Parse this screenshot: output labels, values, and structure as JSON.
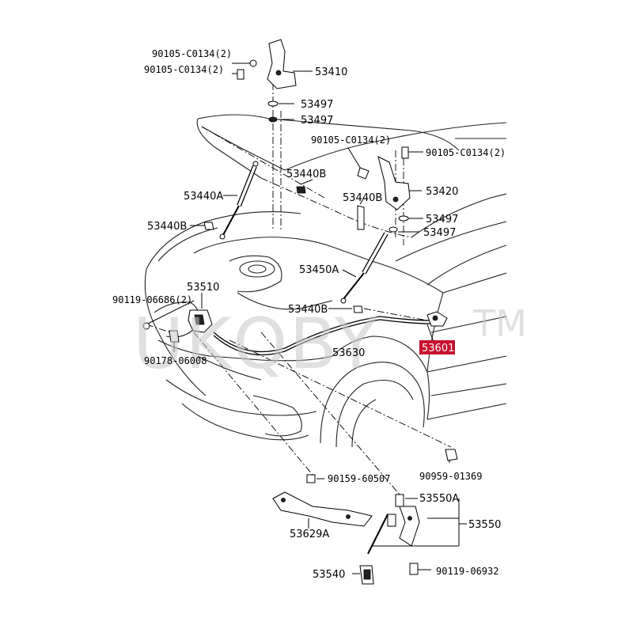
{
  "callouts": {
    "bolt_a": "90105-C0134(2)",
    "bolt_b": "90105-C0134(2)",
    "hinge_left": "53410",
    "bushing_1": "53497",
    "bushing_2": "53497",
    "bolt_c": "90105-C0134(2)",
    "bolt_d": "90105-C0134(2)",
    "stud_1": "53440B",
    "strut_left": "53440A",
    "stud_2": "53440B",
    "hinge_right": "53420",
    "stud_3": "53440B",
    "bushing_3": "53497",
    "bushing_4": "53497",
    "strut_right": "53450A",
    "lock": "53510",
    "bolt_e": "90119-06686(2)",
    "stud_4": "53440B",
    "cable": "53630",
    "lever": "53601",
    "clip_1": "90178-06008",
    "clip_2": "90959-01369",
    "bolt_f": "90159-60507",
    "hook_a": "53550A",
    "hook": "53550",
    "bracket": "53629A",
    "rod": "53540",
    "bolt_g": "90119-06932"
  },
  "highlight_color": "#c8102e",
  "watermark": "UKQBY",
  "watermark_tm": "TM"
}
